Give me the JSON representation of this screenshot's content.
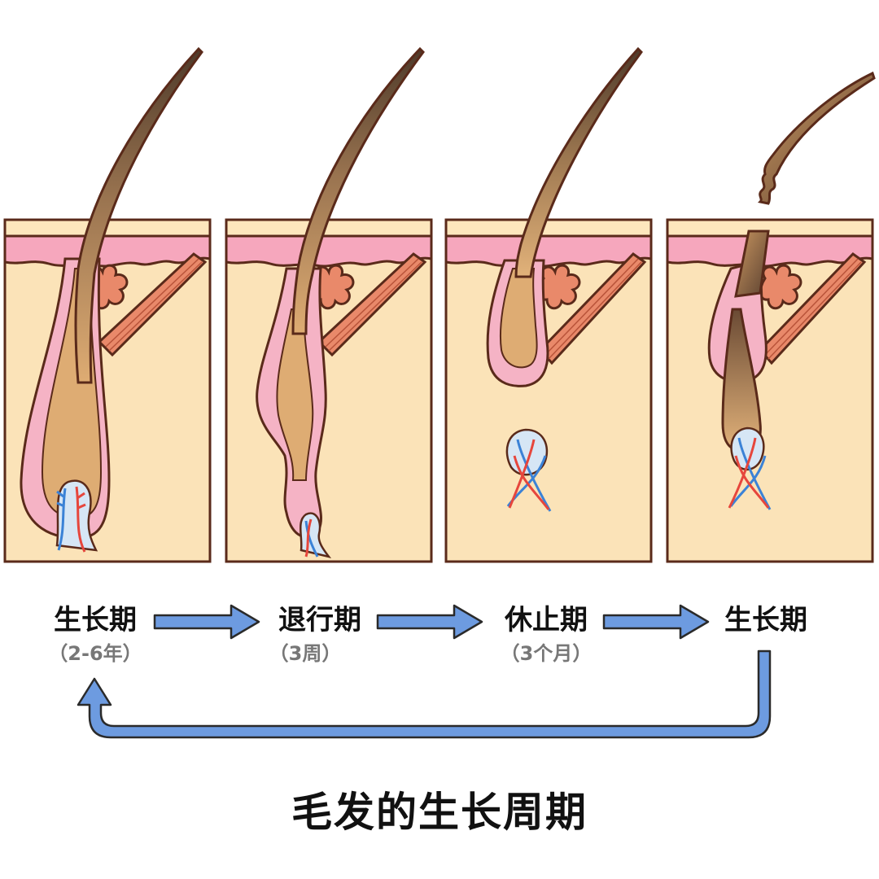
{
  "title": "毛发的生长周期",
  "stages": [
    {
      "name": "生长期",
      "duration": "（2-6年）"
    },
    {
      "name": "退行期",
      "duration": "（3周）"
    },
    {
      "name": "休止期",
      "duration": "（3个月）"
    },
    {
      "name": "生长期",
      "duration": ""
    }
  ],
  "colors": {
    "skin_fill": "#fbe3b8",
    "epidermis": "#f6a7bd",
    "follicle": "#f5b3c5",
    "hair_dark": "#4e3a2a",
    "hair_light": "#d9a46a",
    "outline": "#5a2a1a",
    "arrow_fill": "#6d9be0",
    "vessel_red": "#e6463c",
    "vessel_blue": "#3b82d6",
    "papilla": "#d6e6f5"
  }
}
